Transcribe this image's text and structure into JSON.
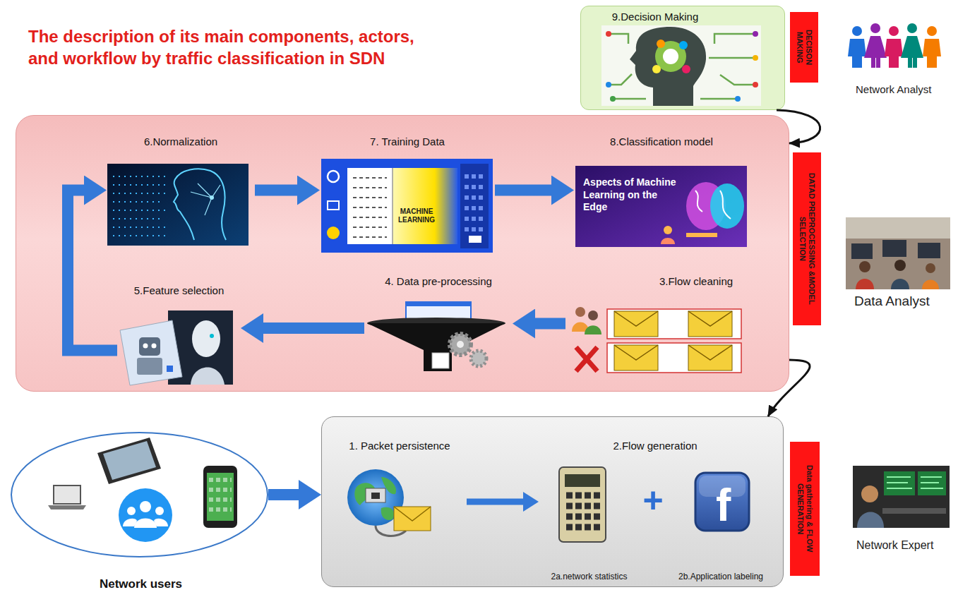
{
  "diagram": {
    "title": "The description of its main components, actors, and workflow by traffic classification in SDN",
    "nodes": [
      {
        "text": [
          "9.Decision Making",
          "DECISON MAKING"
        ]
      },
      {
        "text": [
          "DATAD PREPROCESSING &MODEL SELECTION"
        ]
      },
      {
        "text": [
          "6.Normalization"
        ],
        "in": 1
      },
      {
        "text": [
          "7. Training Data"
        ],
        "in": 1
      },
      {
        "text": [
          "8.Classification model"
        ],
        "in": 1
      },
      {
        "text": [
          "5.Feature selection"
        ],
        "in": 1
      },
      {
        "text": [
          "4. Data pre-processing"
        ],
        "in": 1
      },
      {
        "text": [
          "3.Flow cleaning"
        ],
        "in": 1
      },
      {
        "text": [
          "Network users"
        ]
      },
      {
        "text": [
          "Data gathering & FLOW GENERATION"
        ]
      },
      {
        "text": [
          "1. Packet persistence"
        ],
        "in": 9
      },
      {
        "text": [
          "2.Flow generation"
        ],
        "in": 9
      },
      {
        "text": [
          "2a.network statistics"
        ],
        "in": 11
      },
      {
        "text": [
          "2b.Application labeling"
        ],
        "in": 11
      }
    ],
    "edges": [
      {
        "from": 0,
        "to": 1,
        "arrow": "to"
      },
      {
        "from": 2,
        "to": 3,
        "arrow": "to"
      },
      {
        "from": 3,
        "to": 4,
        "arrow": "to"
      },
      {
        "from": 7,
        "to": 6,
        "arrow": "to"
      },
      {
        "from": 6,
        "to": 5,
        "arrow": "to"
      },
      {
        "from": 5,
        "to": 2,
        "arrow": "to"
      },
      {
        "from": 1,
        "to": 9,
        "arrow": "to"
      },
      {
        "from": 8,
        "to": 9,
        "arrow": "to"
      },
      {
        "from": 10,
        "to": 12,
        "arrow": "to"
      }
    ],
    "labels": [
      "MACHINE LEARNING",
      "Aspects of Machine Learning on the Edge",
      "+",
      "f",
      "Network Analyst",
      "Data Analyst",
      "Network Expert"
    ]
  }
}
